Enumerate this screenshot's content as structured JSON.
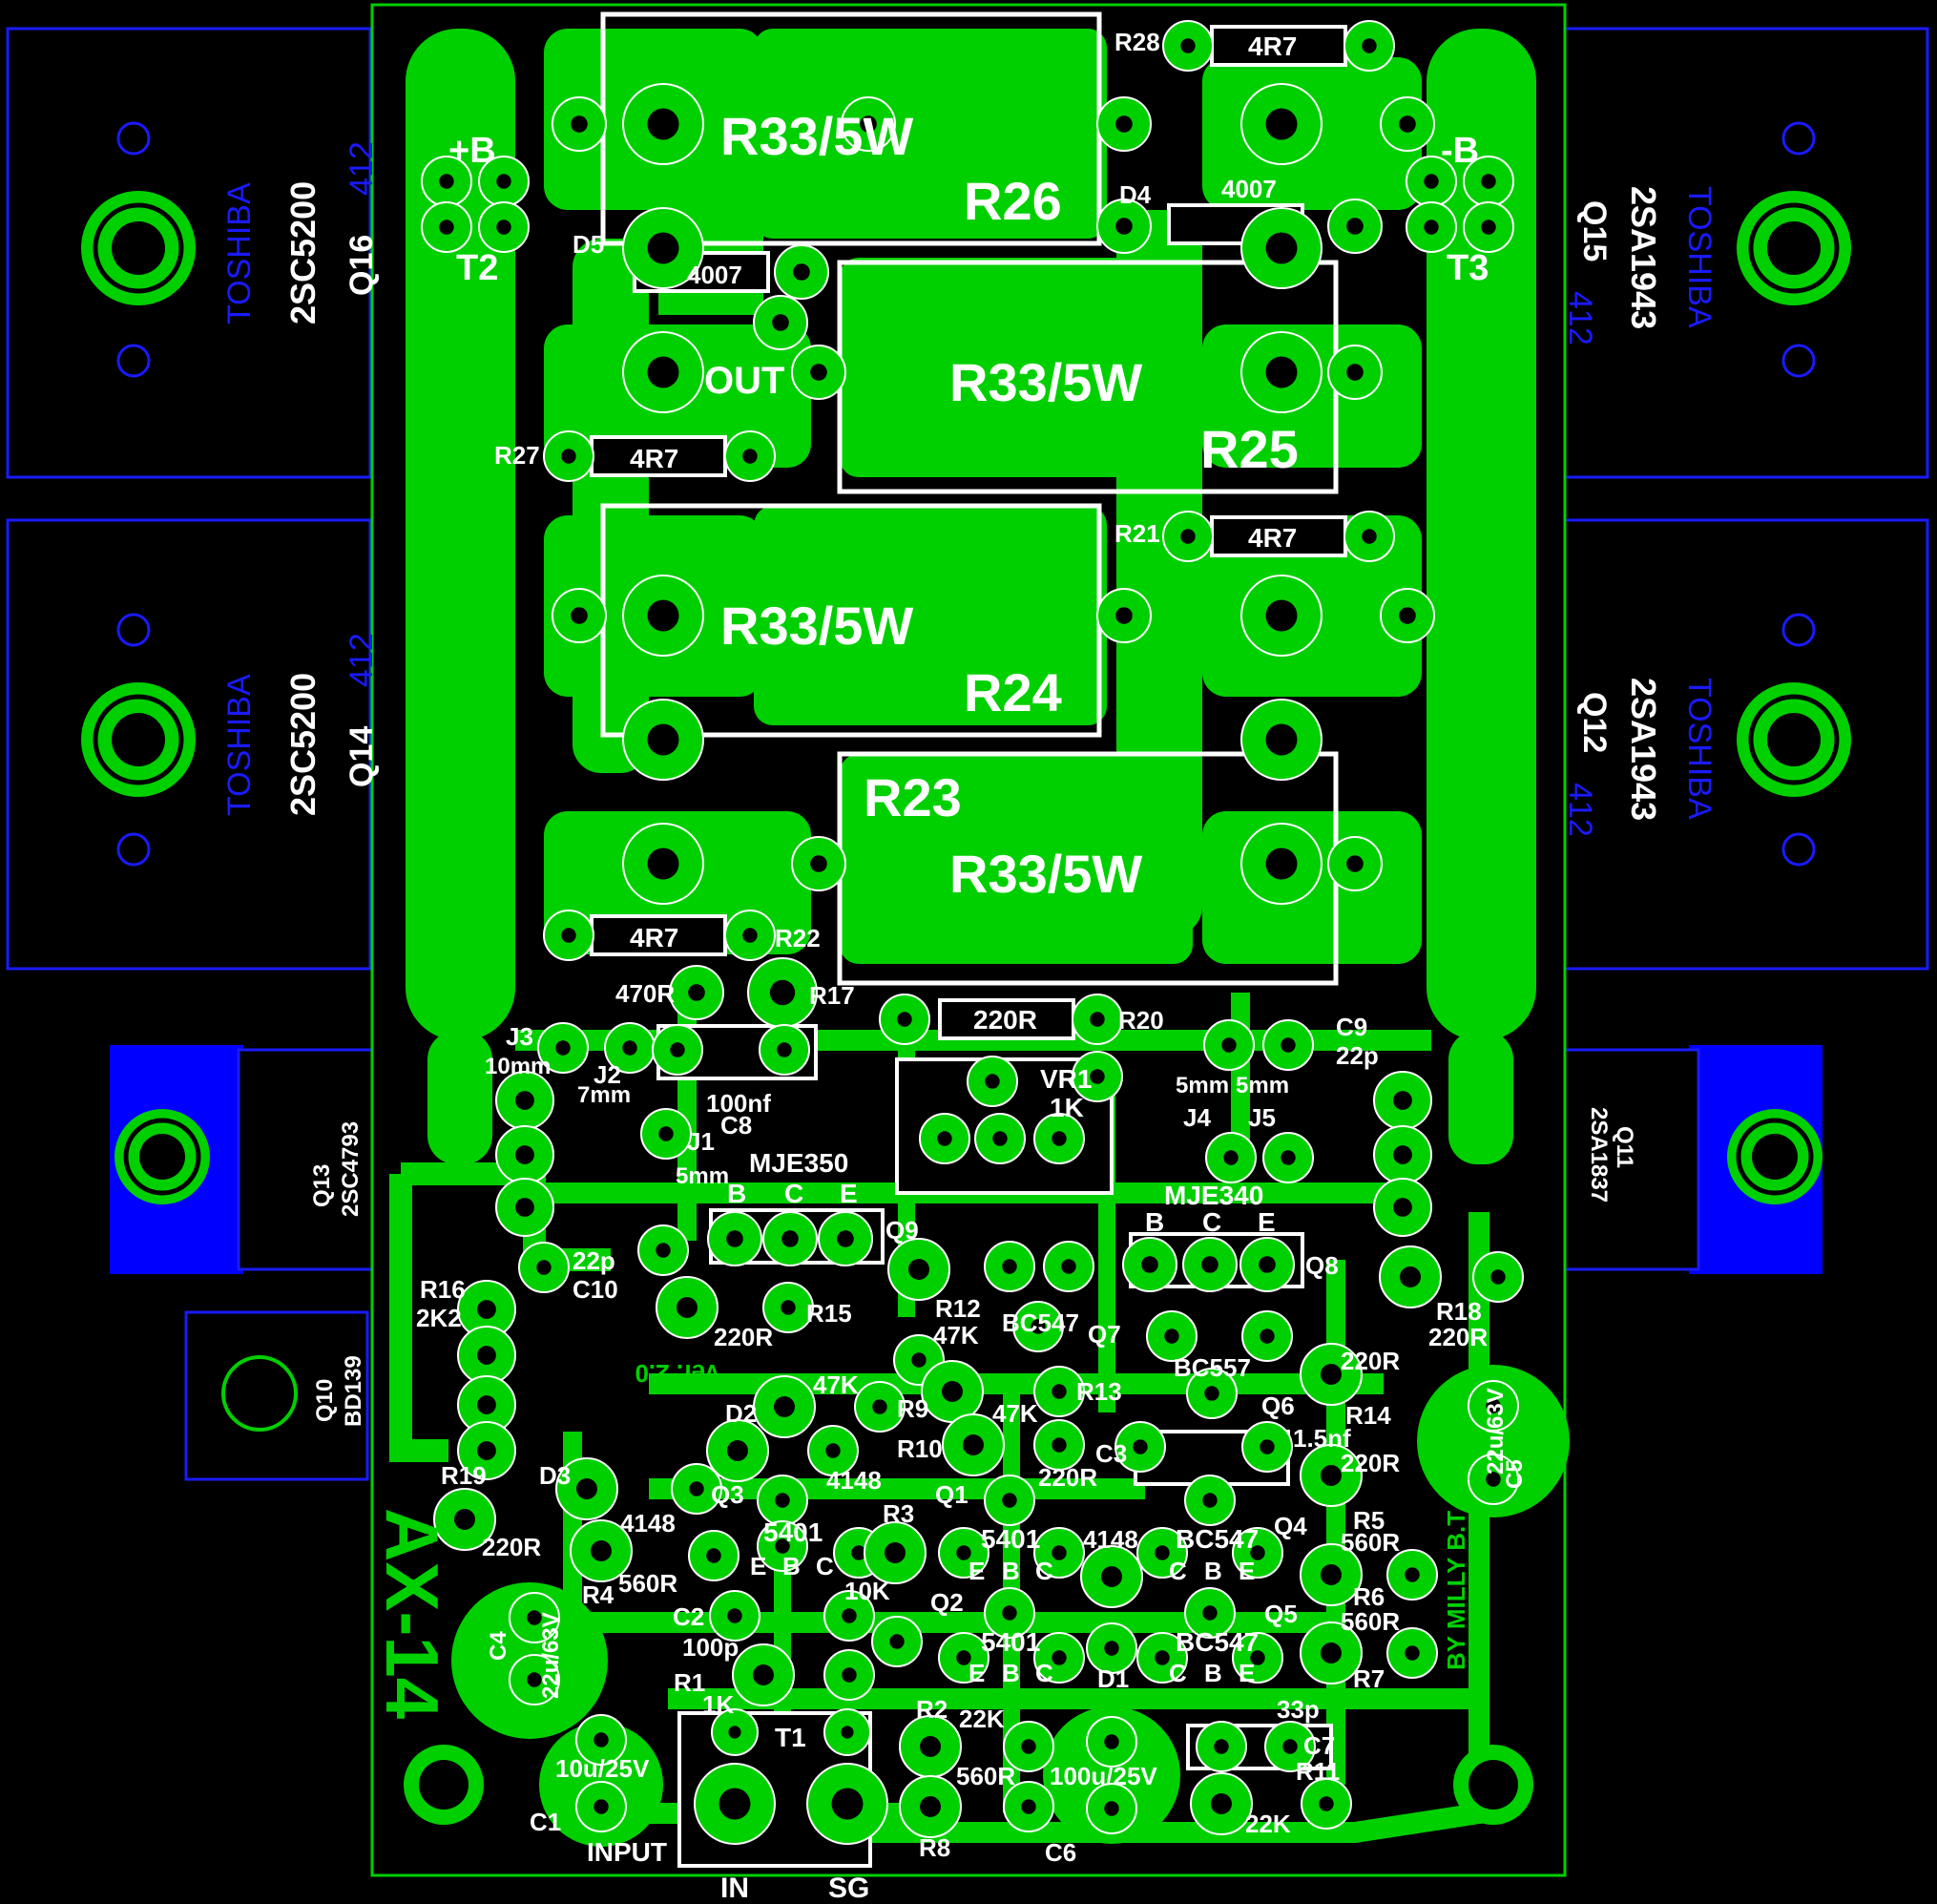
{
  "colors": {
    "background": "#000000",
    "copper": "#00d000",
    "pad_hole": "#000000",
    "silkscreen": "#ffffff",
    "heatsink_outline": "#1a1aff",
    "heatsink_fill": "#0000ff",
    "board_outline": "#00d000"
  },
  "board": {
    "logo": "AX-14",
    "version": "Ver. 2.0",
    "author": "BY MILLY B.T"
  },
  "power_transistors": [
    {
      "brand": "TOSHIBA",
      "part": "2SC5200",
      "ref": "Q16",
      "code": "412"
    },
    {
      "brand": "TOSHIBA",
      "part": "2SC5200",
      "ref": "Q14",
      "code": "412"
    },
    {
      "brand": "TOSHIBA",
      "part": "2SA1943",
      "ref": "Q15",
      "code": "412"
    },
    {
      "brand": "TOSHIBA",
      "part": "2SA1943",
      "ref": "Q12",
      "code": "412"
    }
  ],
  "driver_transistors": [
    {
      "part": "2SC4793",
      "ref": "Q13"
    },
    {
      "part": "2SA1837",
      "ref": "Q11"
    },
    {
      "part": "BD139",
      "ref": "Q10"
    }
  ],
  "rails": {
    "positive": "+B",
    "negative": "-B",
    "t2": "T2",
    "t3": "T3",
    "out": "OUT"
  },
  "big_resistors": [
    {
      "ref": "R26",
      "value": "R33/5W"
    },
    {
      "ref": "R25",
      "value": "R33/5W"
    },
    {
      "ref": "R24",
      "value": "R33/5W"
    },
    {
      "ref": "R23",
      "value": "R33/5W"
    }
  ],
  "labels": {
    "r28": "R28",
    "r28_val": "4R7",
    "r27": "R27",
    "r27_val": "4R7",
    "r21": "R21",
    "r21_val": "4R7",
    "r22": "R22",
    "r22_val": "4R7",
    "d4": "D4",
    "d4_val": "4007",
    "d5": "D5",
    "d5_val": "4007",
    "r17": "R17",
    "r17_val": "470R",
    "r20": "R20",
    "r20_val": "220R",
    "c8": "C8",
    "c8_val": "100nf",
    "vr1": "VR1",
    "vr1_val": "1K",
    "j1": "J1",
    "j1_val": "5mm",
    "j2": "J2",
    "j2_val": "7mm",
    "j3": "J3",
    "j3_val": "10mm",
    "j4": "J4",
    "j4_val": "5mm",
    "j5": "J5",
    "j5_val": "5mm",
    "c9": "C9",
    "c9_val": "22p",
    "c10": "C10",
    "c10_val": "22p",
    "mje350": "MJE350",
    "q9": "Q9",
    "mje340": "MJE340",
    "q8": "Q8",
    "b": "B",
    "c": "C",
    "e": "E",
    "r16": "R16",
    "r16_val": "2K2",
    "r15": "R15",
    "r15_val": "220R",
    "r12": "R12",
    "r12_val": "47K",
    "q7": "Q7",
    "q7_val": "BC547",
    "q6": "Q6",
    "q6_val": "BC557",
    "r18": "R18",
    "r18_val": "220R",
    "r13": "R13",
    "r13_val": "47K",
    "r9": "R9",
    "r9_val": "47K",
    "r10": "R10",
    "r10_val": "220R",
    "d2": "D2",
    "d2_val": "4148",
    "d3": "D3",
    "d3_val": "4148",
    "d1": "D1",
    "d1_val": "4148",
    "c3": "C3",
    "c3_val": "1.5nf",
    "r14": "R14",
    "r14_val": "220R",
    "r5": "R5",
    "r5_val": "220R",
    "r6": "R6",
    "r6_val": "560R",
    "r7": "R7",
    "r7_val": "560R",
    "c5": "C5",
    "c5_val": "22u/63V",
    "r19": "R19",
    "r19_val": "220R",
    "q3": "Q3",
    "q1": "Q1",
    "q2": "Q2",
    "q4": "Q4",
    "q5": "Q5",
    "q3_val": "5401",
    "q1_val": "5401",
    "q2_val": "5401",
    "q4_val": "BC547",
    "q5_val": "BC547",
    "r3": "R3",
    "r3_val": "10K",
    "r4": "R4",
    "r4_val": "560R",
    "c2": "C2",
    "c2_val": "100p",
    "c4": "C4",
    "c4_val": "22u/63V",
    "r1": "R1",
    "r1_val": "1K",
    "c1": "C1",
    "c1_val": "10u/25V",
    "t1": "T1",
    "r2": "R2",
    "r2_val": "22K",
    "r8": "R8",
    "r8_val": "560R",
    "c6": "C6",
    "c6_val": "100u/25V",
    "c7": "C7",
    "c7_val": "33p",
    "r11": "R11",
    "r11_val": "22K",
    "input": "INPUT",
    "in": "IN",
    "sg": "SG"
  }
}
